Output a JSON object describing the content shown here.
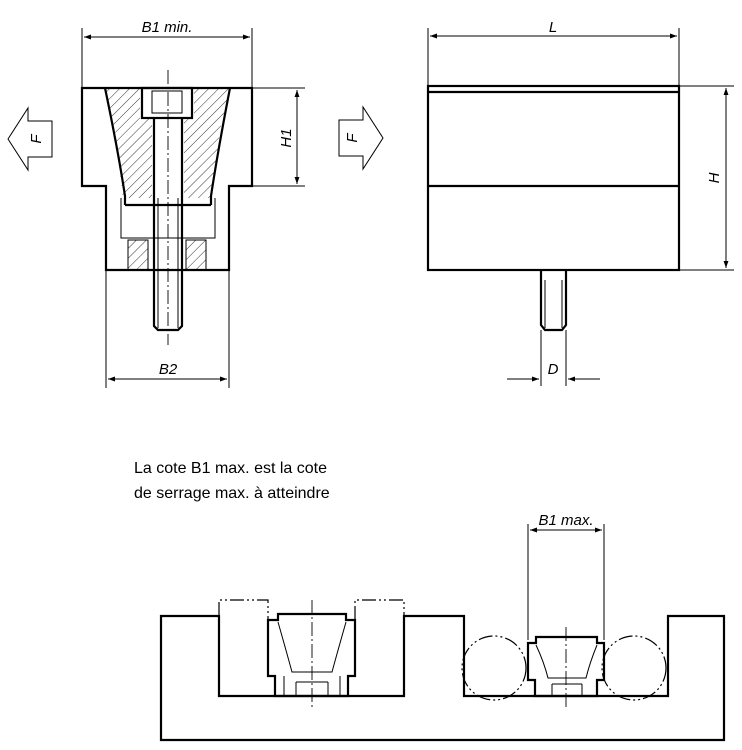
{
  "labels": {
    "b1_min": "B1 min.",
    "b1_max": "B1 max.",
    "b2": "B2",
    "h1": "H1",
    "l": "L",
    "h": "H",
    "d": "D",
    "force": "F"
  },
  "note": {
    "line1": "La cote B1 max. est la cote",
    "line2": "de serrage max. à atteindre"
  }
}
